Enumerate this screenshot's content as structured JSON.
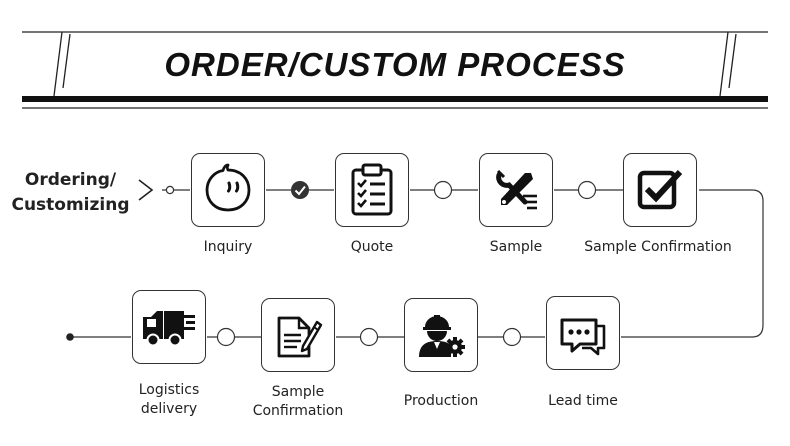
{
  "header": {
    "title": "ORDER/CUSTOM PROCESS"
  },
  "intro": {
    "line1": "Ordering/",
    "line2": "Customizing"
  },
  "steps": [
    {
      "label": "Inquiry",
      "icon": "chat-bubble-face-icon"
    },
    {
      "label": "Quote",
      "icon": "clipboard-checklist-icon"
    },
    {
      "label": "Sample",
      "icon": "tools-wrench-screwdriver-icon"
    },
    {
      "label": "Sample Confirmation",
      "icon": "checkbox-icon"
    },
    {
      "label": "Lead time",
      "icon": "speech-bubbles-icon"
    },
    {
      "label": "Production",
      "icon": "worker-gear-icon"
    },
    {
      "label_line1": "Sample",
      "label_line2": "Confirmation",
      "icon": "document-pen-icon"
    },
    {
      "label_line1": "Logistics",
      "label_line2": "delivery",
      "icon": "delivery-truck-icon"
    }
  ],
  "colors": {
    "ink": "#1a1a1a",
    "background": "#ffffff"
  }
}
